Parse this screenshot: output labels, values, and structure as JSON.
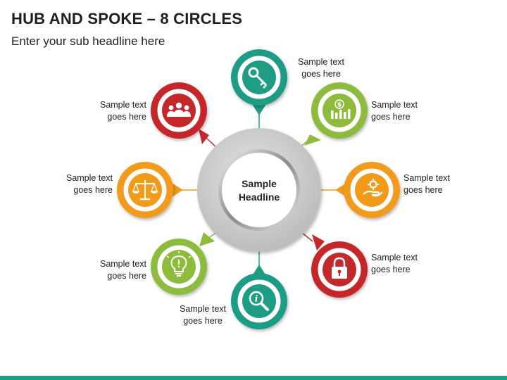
{
  "header": {
    "title": "HUB AND SPOKE – 8 CIRCLES",
    "subtitle": "Enter your sub headline here"
  },
  "hub": {
    "line1": "Sample",
    "line2": "Headline"
  },
  "colors": {
    "teal": "#1e9c84",
    "green": "#8dbb3c",
    "orange": "#f29a1a",
    "red": "#c4282b",
    "hub_gray": "#c8c8c8",
    "bottom_bar": "#1e9c84"
  },
  "nodes": [
    {
      "id": "top",
      "icon": "key-icon",
      "color": "teal",
      "line1": "Sample text",
      "line2": "goes here"
    },
    {
      "id": "top-right",
      "icon": "money-chart-icon",
      "color": "green",
      "line1": "Sample text",
      "line2": "goes here"
    },
    {
      "id": "right",
      "icon": "hand-gear-icon",
      "color": "orange",
      "line1": "Sample text",
      "line2": "goes here"
    },
    {
      "id": "bottom-right",
      "icon": "padlock-icon",
      "color": "red",
      "line1": "Sample text",
      "line2": "goes here"
    },
    {
      "id": "bottom",
      "icon": "info-search-icon",
      "color": "teal",
      "line1": "Sample text",
      "line2": "goes here"
    },
    {
      "id": "bottom-left",
      "icon": "lightbulb-icon",
      "color": "green",
      "line1": "Sample text",
      "line2": "goes here"
    },
    {
      "id": "left",
      "icon": "scales-icon",
      "color": "orange",
      "line1": "Sample text",
      "line2": "goes here"
    },
    {
      "id": "top-left",
      "icon": "team-icon",
      "color": "red",
      "line1": "Sample text",
      "line2": "goes here"
    }
  ]
}
